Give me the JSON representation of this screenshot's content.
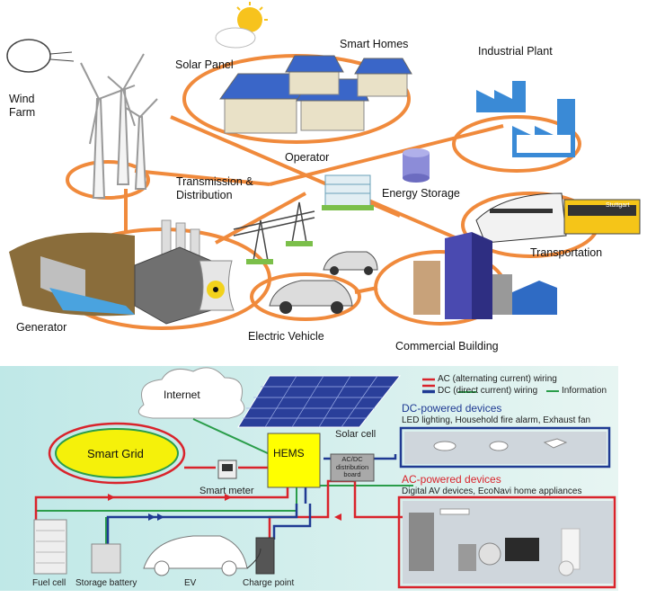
{
  "top": {
    "wind_farm": "Wind\nFarm",
    "solar_panel": "Solar Panel",
    "smart_homes": "Smart Homes",
    "industrial_plant": "Industrial Plant",
    "operator": "Operator",
    "transmission": "Transmission &\nDistribution",
    "energy_storage": "Energy Storage",
    "transportation": "Transportation",
    "generator": "Generator",
    "electric_vehicle": "Electric Vehicle",
    "commercial_building": "Commercial Building",
    "bus_sign": "Stuttgart"
  },
  "bottom": {
    "internet": "Internet",
    "smart_grid": "Smart Grid",
    "smart_meter": "Smart meter",
    "hems": "HEMS",
    "acdc_board": "AC/DC\ndistribution\nboard",
    "solar_cell": "Solar cell",
    "legend_ac": "AC (alternating current) wiring",
    "legend_dc": "DC (direct current) wiring",
    "legend_info": "Information",
    "dc_title": "DC-powered devices",
    "dc_desc": "LED lighting, Household fire alarm, Exhaust fan",
    "ac_title": "AC-powered devices",
    "ac_desc": "Digital AV devices, EcoNavi home appliances",
    "fuel_cell": "Fuel cell",
    "storage_battery": "Storage battery",
    "ev": "EV",
    "charge_point": "Charge point"
  },
  "colors": {
    "grid_orange": "#f08a3c",
    "ac_red": "#d9232b",
    "dc_blue": "#1f3a93",
    "info_green": "#2a9d4a",
    "smart_grid_yellow": "#f5f10a",
    "hems_yellow": "#ffff00",
    "panel_bg": "#d8f0ef"
  }
}
